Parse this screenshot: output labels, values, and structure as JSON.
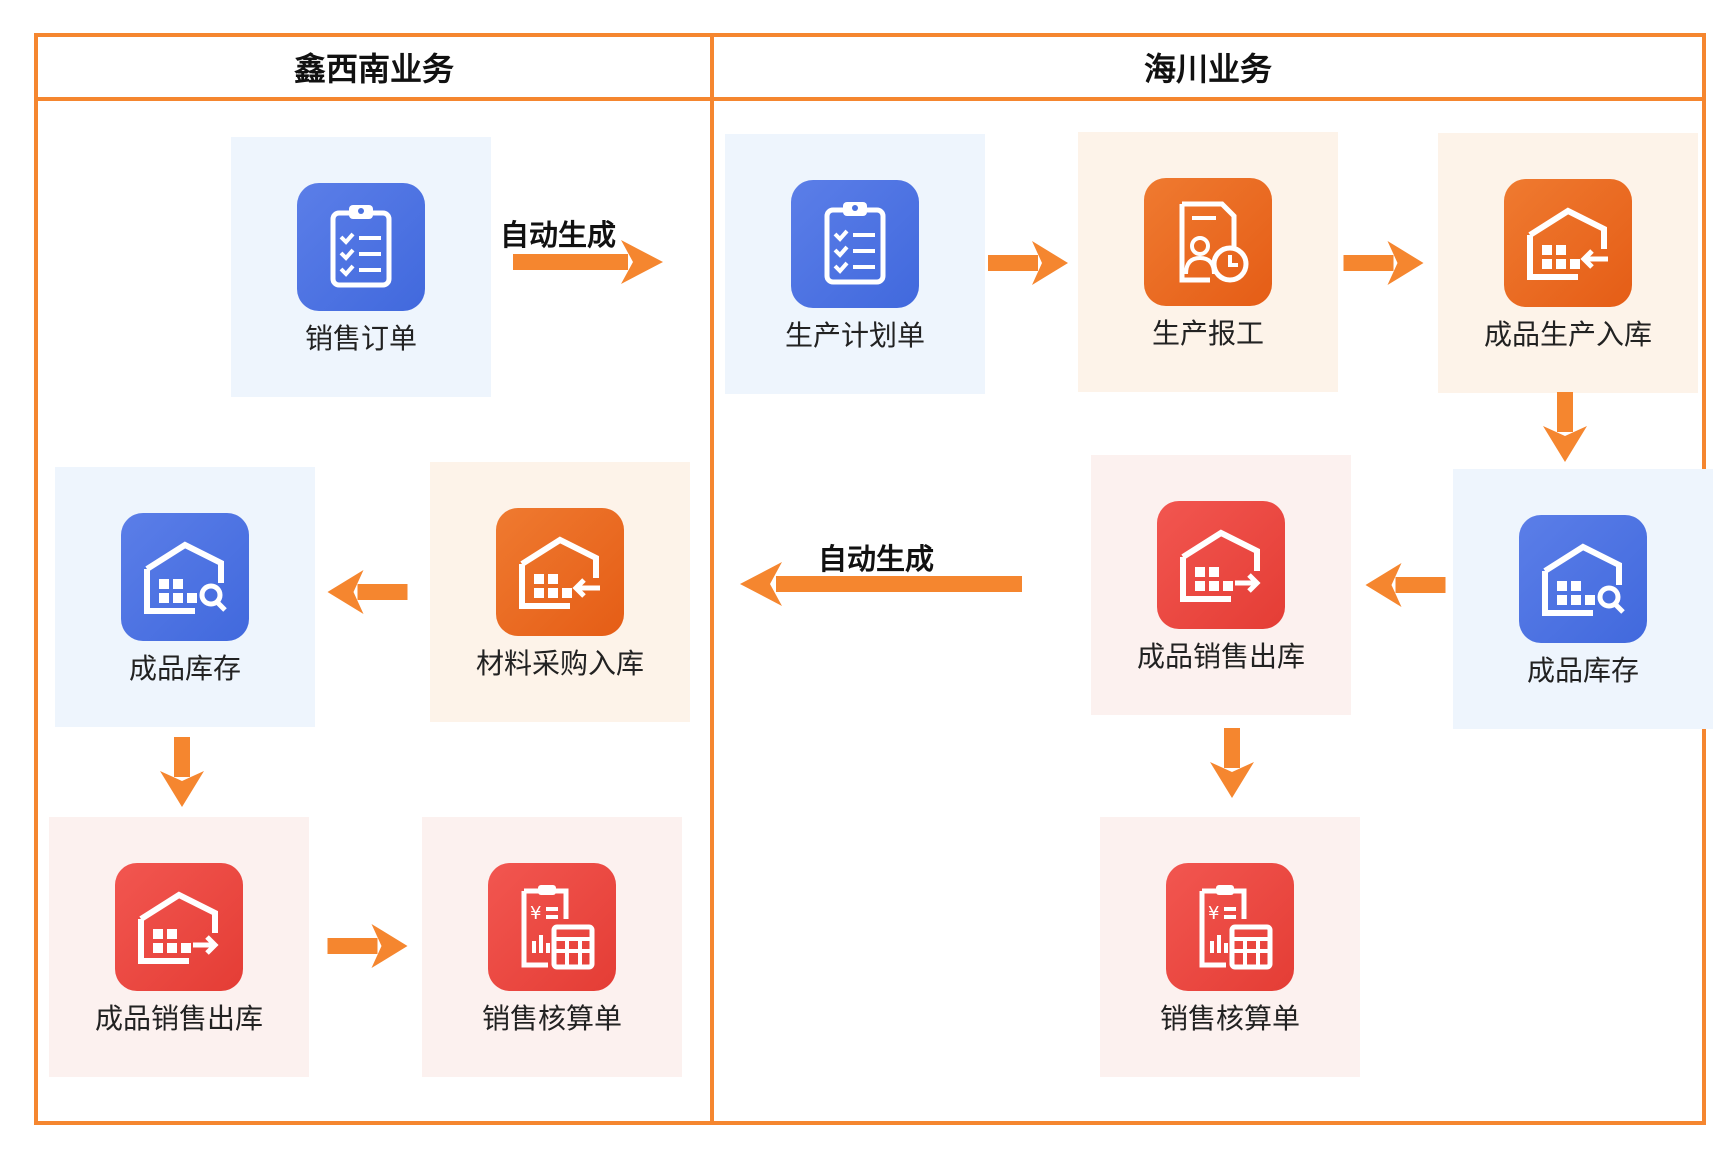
{
  "panels": {
    "left_title": "鑫西南业务",
    "right_title": "海川业务"
  },
  "nodes": {
    "left_sales_order": "销售订单",
    "left_material_inbound": "材料采购入库",
    "left_inventory": "成品库存",
    "left_sales_outbound": "成品销售出库",
    "left_sales_settlement": "销售核算单",
    "right_production_plan": "生产计划单",
    "right_production_report": "生产报工",
    "right_finished_inbound": "成品生产入库",
    "right_inventory": "成品库存",
    "right_sales_outbound": "成品销售出库",
    "right_sales_settlement": "销售核算单"
  },
  "arrow_labels": {
    "left_auto": "自动生成",
    "right_auto": "自动生成"
  },
  "colors": {
    "border": "#f5862f",
    "arrow": "#f5862f",
    "icon_blue": "#4a71e0",
    "icon_orange": "#e86a22",
    "icon_red": "#e8453d"
  },
  "icons": {
    "clipboard": "clipboard-checklist-icon",
    "report": "production-report-icon",
    "warehouse_in": "warehouse-inbound-icon",
    "warehouse_search": "warehouse-search-icon",
    "warehouse_out": "warehouse-outbound-icon",
    "calculator": "settlement-calculator-icon"
  }
}
